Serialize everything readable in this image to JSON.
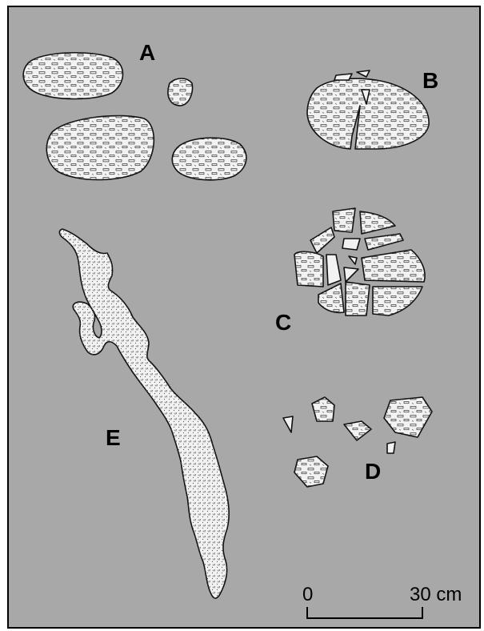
{
  "panels": [
    {
      "id": "A",
      "label": "A"
    },
    {
      "id": "B",
      "label": "B"
    },
    {
      "id": "C",
      "label": "C"
    },
    {
      "id": "D",
      "label": "D"
    },
    {
      "id": "E",
      "label": "E"
    }
  ],
  "scale_bar": {
    "start_label": "0",
    "end_label": "30 cm"
  },
  "colors": {
    "background": "#a8a8a8",
    "clast_fill": "#f2f2f2",
    "outline": "#111111",
    "frame": "#000000"
  }
}
